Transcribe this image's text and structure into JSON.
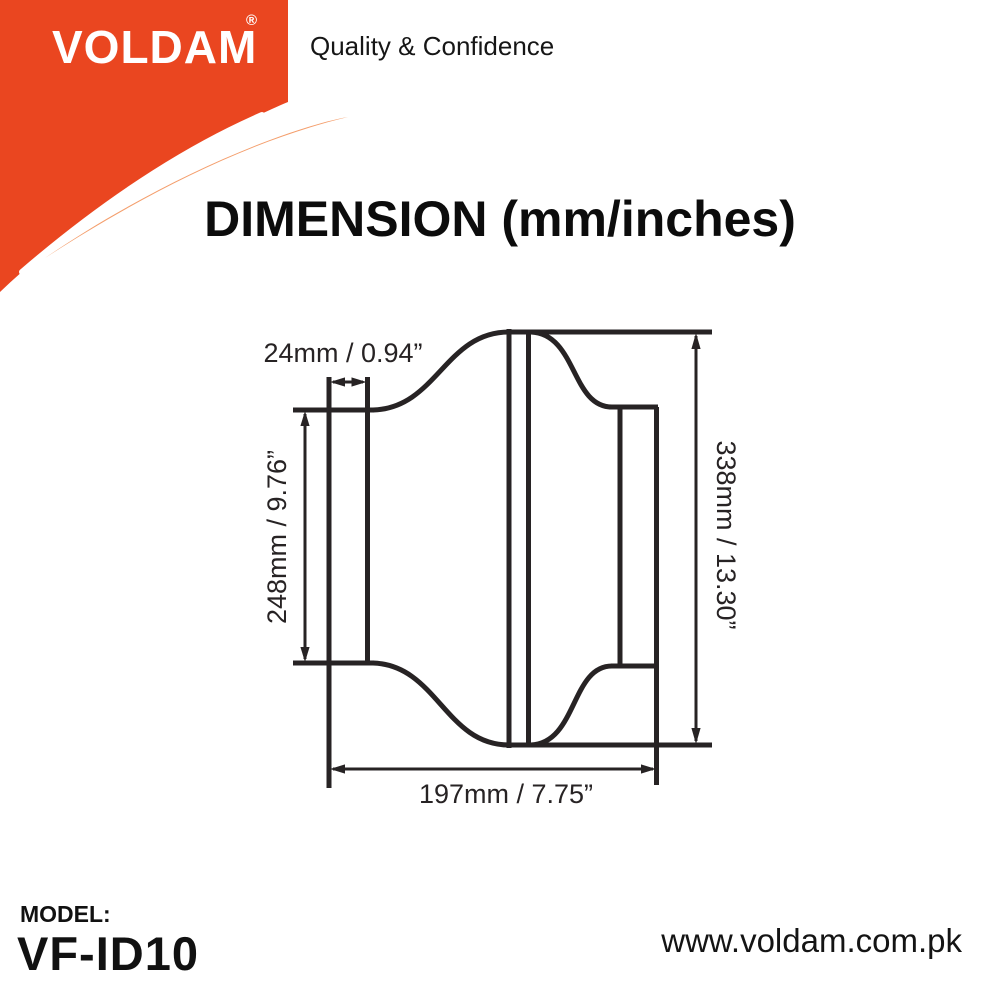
{
  "brand": {
    "logo_text": "VOLDAM",
    "registered_mark": "®",
    "tagline": "Quality & Confidence",
    "colors": {
      "red": "#EA4620",
      "swoosh": "#F49E6C"
    }
  },
  "title": "DIMENSION (mm/inches)",
  "diagram": {
    "type": "technical-dimension-drawing",
    "subject": "inline duct fan side profile",
    "line_color": "#272324",
    "dimensions": {
      "flange_depth": "24mm / 0.94”",
      "duct_diameter": "248mm / 9.76”",
      "overall_height": "338mm / 13.30”",
      "overall_length": "197mm / 7.75”"
    }
  },
  "footer": {
    "model_label": "MODEL:",
    "model_value": "VF-ID10",
    "website": "www.voldam.com.pk"
  }
}
